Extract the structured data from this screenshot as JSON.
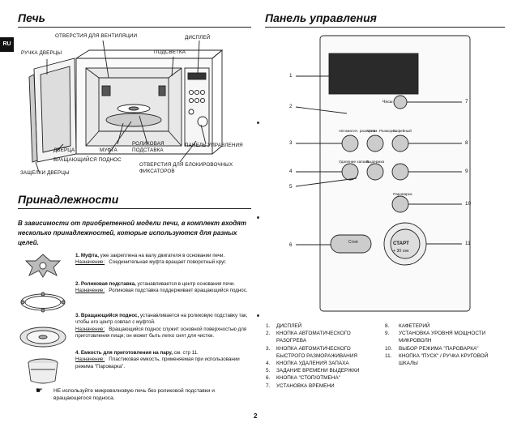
{
  "side_tab": "RU",
  "page_number": "2",
  "left_title": "Печь",
  "right_title": "Панель управления",
  "accessories_title": "Принадлежности",
  "oven_labels": {
    "vents": "ОТВЕРСТИЯ ДЛЯ ВЕНТИЛЯЦИИ",
    "display": "ДИСПЛЕЙ",
    "door_handle": "РУЧКА ДВЕРЦЫ",
    "light": "ПОДСВЕТКА",
    "door": "ДВЕРЦА",
    "coupler": "МУФТА",
    "roller_ring": "РОЛИКОВАЯ",
    "roller_ring2": "ПОДСТАВКА",
    "control_panel": "ПАНЕЛЬ УПРАВЛЕНИЯ",
    "turntable": "ВРАЩАЮЩИЙСЯ ПОДНОС",
    "lock_holes": "ОТВЕРСТИЯ ДЛЯ БЛОКИРОВОЧНЫХ",
    "lock_holes2": "ФИКСАТОРОВ",
    "door_latches": "ЗАЩЕЛКИ ДВЕРЦЫ"
  },
  "intro": "В зависимости от приобретенной модели печи, в комплект входят несколько принадлежностей, которые используются для разных целей.",
  "accessories": [
    {
      "n": "1.",
      "name": "Муфта,",
      "text": " уже закреплена на валу двигателя в основании печи.",
      "purpose_label": "Назначение:",
      "purpose": "Соединительная муфта вращает поворотный круг."
    },
    {
      "n": "2.",
      "name": "Роликовая подставка,",
      "text": " устанавливается в центр основания печи.",
      "purpose_label": "Назначение:",
      "purpose": "Роликовая подставка поддерживает вращающийся поднос."
    },
    {
      "n": "3.",
      "name": "Вращающийся поднос,",
      "text": " устанавливается на роликовую подставку так, чтобы его центр совпал с муфтой.",
      "purpose_label": "Назначение:",
      "purpose": "Вращающийся поднос служит основной поверхностью для приготовления пищи; он может быть легко снят для чистки."
    },
    {
      "n": "4.",
      "name": "Емкость для приготовления на пару,",
      "text": " см. стр 11.",
      "purpose_label": "Назначение:",
      "purpose": "Пластиковая емкость, применяемая при использовании режима \"Пароварка\"."
    }
  ],
  "note": "НЕ используйте микроволновую печь без роликовой подставки и вращающегося подноса.",
  "panel": {
    "clock_btn": "Часы",
    "auto_cook_lbl": "Автоматич. разогрев",
    "auto_defrost_lbl": "Автом. Размороз.",
    "coffee_lbl": "Кофейный",
    "deodor_lbl": "Удаление запаха",
    "hold_lbl": "Выдержка",
    "stop_lbl": "Стоп",
    "steam_lbl": "Пароварка",
    "start_lbl": "СТАРТ",
    "start_sub": "+ 30 сек",
    "callouts": [
      "1",
      "2",
      "3",
      "4",
      "5",
      "6",
      "7",
      "8",
      "9",
      "10",
      "11"
    ]
  },
  "parts_left": [
    {
      "n": "1.",
      "t": "ДИСПЛЕЙ"
    },
    {
      "n": "2.",
      "t": "КНОПКА АВТОМАТИЧЕСКОГО РАЗОГРЕВА"
    },
    {
      "n": "3.",
      "t": "КНОПКА АВТОМАТИЧЕСКОГО БЫСТРОГО РАЗМОРАЖИВАНИЯ"
    },
    {
      "n": "4.",
      "t": "КНОПКА УДАЛЕНИЯ ЗАПАХА"
    },
    {
      "n": "5.",
      "t": "ЗАДАНИЕ ВРЕМЕНИ ВЫДЕРЖКИ"
    },
    {
      "n": "6.",
      "t": "КНОПКА \"СТОП/ОТМЕНА\""
    },
    {
      "n": "7.",
      "t": "УСТАНОВКА ВРЕМЕНИ"
    }
  ],
  "parts_right": [
    {
      "n": "8.",
      "t": "КАФЕТЕРИЙ"
    },
    {
      "n": "9.",
      "t": "УСТАНОВКА УРОВНЯ МОЩНОСТИ МИКРОВОЛН"
    },
    {
      "n": "10.",
      "t": "ВЫБОР РЕЖИМА \"ПАРОВАРКА\""
    },
    {
      "n": "11.",
      "t": "КНОПКА \"ПУСК\" / РУЧКА КРУГОВОЙ ШКАЛЫ"
    }
  ]
}
